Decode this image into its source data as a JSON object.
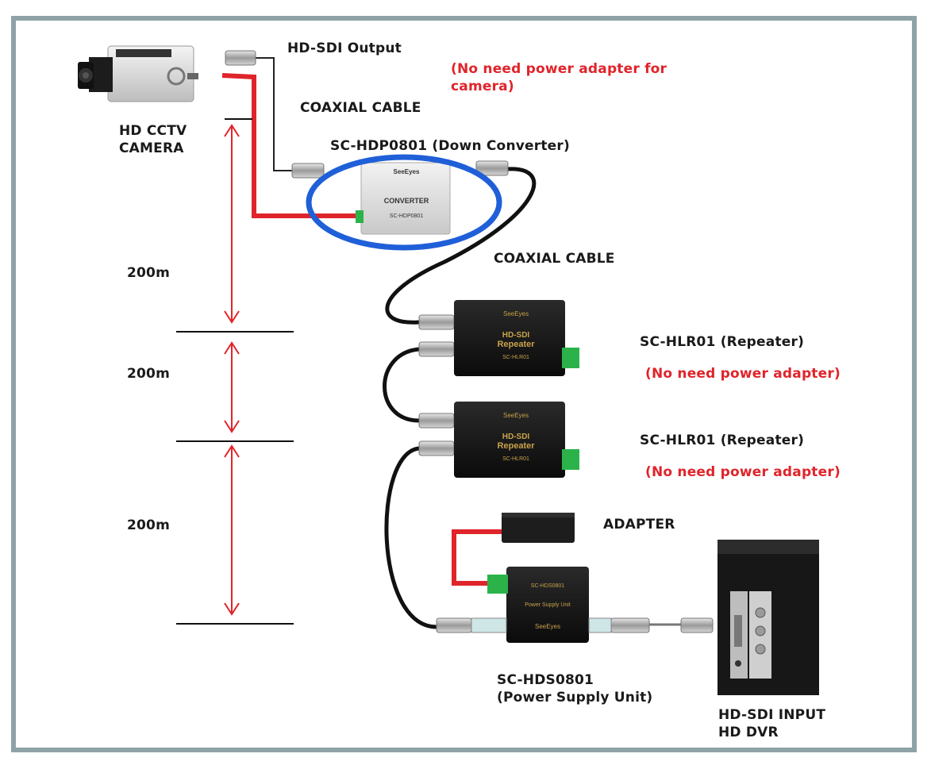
{
  "labels": {
    "hdsdi_output": "HD-SDI Output",
    "no_power_camera": "(No need power adapter for\ncamera)",
    "coax_top": "COAXIAL CABLE",
    "hd_cctv_camera": "HD CCTV\nCAMERA",
    "down_converter": "SC-HDP0801 (Down Converter)",
    "coax_mid": "COAXIAL CABLE",
    "repeater1": "SC-HLR01 (Repeater)",
    "no_power_rep1": "(No need power adapter)",
    "repeater2": "SC-HLR01 (Repeater)",
    "no_power_rep2": "(No need power adapter)",
    "adapter": "ADAPTER",
    "psu": "SC-HDS0801\n(Power Supply Unit)",
    "dvr": "HD-SDI INPUT\nHD DVR"
  },
  "distances": [
    "200m",
    "200m",
    "200m"
  ],
  "device_text": {
    "converter_brand": "SeeEyes",
    "converter_name": "CONVERTER",
    "converter_model": "SC-HDP0801",
    "repeater_brand": "SeeEyes",
    "repeater_line1": "HD-SDI",
    "repeater_line2": "Repeater",
    "repeater_model": "SC-HLR01",
    "psu_brand": "SeeEyes",
    "psu_line": "Power Supply Unit",
    "psu_model": "SC-HDS0801"
  },
  "colors": {
    "frame": "#8ea3a5",
    "power_cable": "#e0242b",
    "highlight_ring": "#1f5fd8",
    "device_black": "#141414",
    "device_gold": "#c8a24a"
  }
}
